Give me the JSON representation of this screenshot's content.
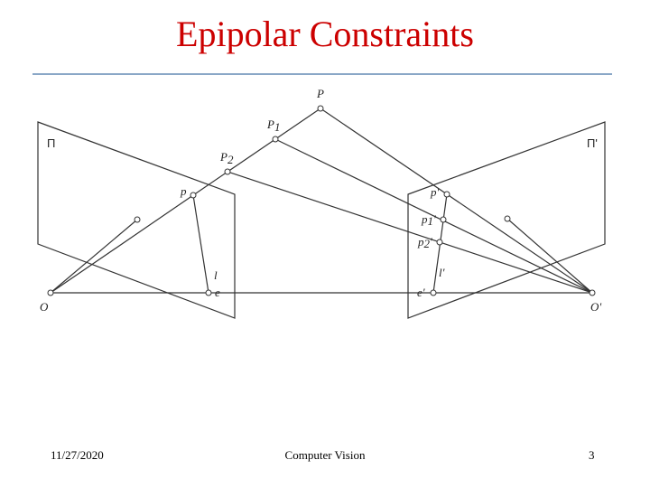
{
  "slide": {
    "title": "Epipolar Constraints",
    "footer_date": "11/27/2020",
    "footer_course": "Computer Vision",
    "footer_page": "3"
  },
  "diagram": {
    "label_P": "P",
    "label_P1": "P",
    "label_P1_sub": "1",
    "label_P2": "P",
    "label_P2_sub": "2",
    "label_Pi": "Π",
    "label_Pi_prime": "Π'",
    "label_p": "p",
    "label_l": "l",
    "label_e": "e",
    "label_O": "O",
    "label_p_prime": "p'",
    "label_p1_prime": "p",
    "label_p1_prime_sub": "1",
    "label_p1_prime_mark": "'",
    "label_p2_prime": "p",
    "label_p2_prime_sub": "2",
    "label_p2_prime_mark": "'",
    "label_l_prime": "l'",
    "label_e_prime": "e'",
    "label_O_prime": "O'",
    "line_color": "#333333",
    "accent_color": "#cc0000",
    "rule_color": "#8aa7c7"
  }
}
